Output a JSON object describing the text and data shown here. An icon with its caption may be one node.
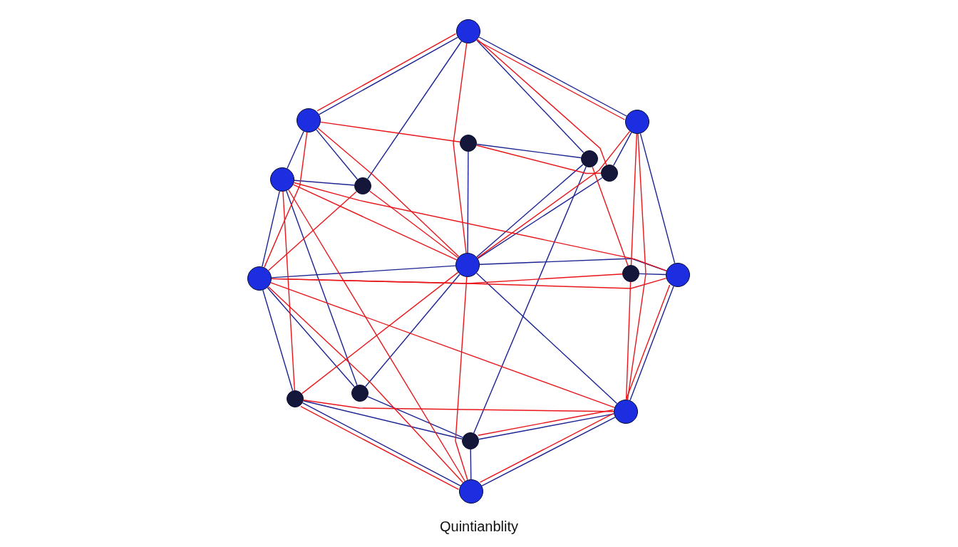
{
  "diagram": {
    "caption": "Quintianblity",
    "nodes": [
      {
        "text": [],
        "shape": "circle"
      },
      {
        "text": [],
        "shape": "circle"
      },
      {
        "text": [],
        "shape": "circle"
      },
      {
        "text": [],
        "shape": "circle"
      },
      {
        "text": [],
        "shape": "circle"
      },
      {
        "text": [],
        "shape": "circle"
      },
      {
        "text": [],
        "shape": "circle"
      },
      {
        "text": [],
        "shape": "circle"
      },
      {
        "text": [],
        "shape": "circle"
      },
      {
        "text": [],
        "shape": "circle"
      },
      {
        "text": [],
        "shape": "circle"
      },
      {
        "text": [],
        "shape": "circle"
      },
      {
        "text": [],
        "shape": "circle"
      },
      {
        "text": [],
        "shape": "circle"
      },
      {
        "text": [],
        "shape": "circle"
      },
      {
        "text": [],
        "shape": "circle"
      },
      {
        "text": [],
        "shape": "circle"
      }
    ],
    "edges": [
      {
        "from": 0,
        "to": 1,
        "arrow": "none",
        "color": "#1b2391"
      },
      {
        "from": 0,
        "to": 2,
        "arrow": "none",
        "color": "#1b2391"
      },
      {
        "from": 0,
        "to": 7,
        "arrow": "none",
        "color": "#1b2391"
      },
      {
        "from": 0,
        "to": 4,
        "arrow": "none",
        "color": "#1b2391"
      },
      {
        "from": 1,
        "to": 6,
        "arrow": "none",
        "color": "#1b2391"
      },
      {
        "from": 1,
        "to": 7,
        "arrow": "none",
        "color": "#1b2391"
      },
      {
        "from": 6,
        "to": 8,
        "arrow": "none",
        "color": "#1b2391"
      },
      {
        "from": 6,
        "to": 7,
        "arrow": "none",
        "color": "#1b2391"
      },
      {
        "from": 3,
        "to": 9,
        "arrow": "none",
        "color": "#1b2391"
      },
      {
        "from": 3,
        "to": 4,
        "arrow": "none",
        "color": "#1b2391"
      },
      {
        "from": 4,
        "to": 9,
        "arrow": "none",
        "color": "#1b2391"
      },
      {
        "from": 5,
        "to": 9,
        "arrow": "none",
        "color": "#1b2391"
      },
      {
        "from": 4,
        "to": 15,
        "arrow": "none",
        "color": "#1b2391"
      },
      {
        "from": 8,
        "to": 9,
        "arrow": "none",
        "color": "#1b2391"
      },
      {
        "from": 9,
        "to": 11,
        "arrow": "none",
        "color": "#1b2391"
      },
      {
        "from": 8,
        "to": 12,
        "arrow": "none",
        "color": "#1b2391"
      },
      {
        "from": 8,
        "to": 13,
        "arrow": "none",
        "color": "#1b2391"
      },
      {
        "from": 6,
        "to": 13,
        "arrow": "none",
        "color": "#1b2391"
      },
      {
        "from": 9,
        "to": 13,
        "arrow": "none",
        "color": "#1b2391"
      },
      {
        "from": 9,
        "to": 14,
        "arrow": "none",
        "color": "#1b2391"
      },
      {
        "from": 2,
        "to": 11,
        "arrow": "none",
        "color": "#1b2391"
      },
      {
        "from": 2,
        "to": 5,
        "arrow": "none",
        "color": "#1b2391"
      },
      {
        "from": 11,
        "to": 14,
        "arrow": "none",
        "color": "#1b2391"
      },
      {
        "from": 12,
        "to": 16,
        "arrow": "none",
        "color": "#1b2391"
      },
      {
        "from": 14,
        "to": 16,
        "arrow": "none",
        "color": "#1b2391"
      },
      {
        "from": 12,
        "to": 15,
        "arrow": "none",
        "color": "#1b2391"
      },
      {
        "from": 15,
        "to": 16,
        "arrow": "none",
        "color": "#1b2391"
      },
      {
        "from": 10,
        "to": 11,
        "arrow": "none",
        "color": "#1b2391"
      },
      {
        "from": 13,
        "to": 15,
        "arrow": "none",
        "color": "#1b2391"
      },
      {
        "from": 14,
        "to": 15,
        "arrow": "none",
        "color": "#1b2391"
      },
      {
        "from": 0,
        "to": 9,
        "arrow": "none",
        "color": "#e8161b"
      },
      {
        "from": 9,
        "to": 16,
        "arrow": "none",
        "color": "#e8161b"
      },
      {
        "from": 1,
        "to": 3,
        "arrow": "none",
        "color": "#e8161b"
      },
      {
        "from": 1,
        "to": 9,
        "arrow": "none",
        "color": "#e8161b"
      },
      {
        "from": 6,
        "to": 9,
        "arrow": "none",
        "color": "#e8161b"
      },
      {
        "from": 7,
        "to": 9,
        "arrow": "none",
        "color": "#e8161b"
      },
      {
        "from": 8,
        "to": 11,
        "arrow": "none",
        "color": "#e8161b"
      },
      {
        "from": 8,
        "to": 10,
        "arrow": "none",
        "color": "#e8161b"
      },
      {
        "from": 8,
        "to": 16,
        "arrow": "none",
        "color": "#e8161b"
      },
      {
        "from": 8,
        "to": 14,
        "arrow": "none",
        "color": "#e8161b"
      },
      {
        "from": 2,
        "to": 9,
        "arrow": "none",
        "color": "#e8161b"
      },
      {
        "from": 2,
        "to": 10,
        "arrow": "none",
        "color": "#e8161b"
      },
      {
        "from": 2,
        "to": 14,
        "arrow": "none",
        "color": "#e8161b"
      },
      {
        "from": 3,
        "to": 5,
        "arrow": "none",
        "color": "#e8161b"
      },
      {
        "from": 0,
        "to": 5,
        "arrow": "none",
        "color": "#e8161b"
      },
      {
        "from": 0,
        "to": 2,
        "arrow": "none",
        "color": "#e8161b"
      },
      {
        "from": 0,
        "to": 1,
        "arrow": "none",
        "color": "#e8161b"
      },
      {
        "from": 11,
        "to": 14,
        "arrow": "none",
        "color": "#e8161b"
      },
      {
        "from": 12,
        "to": 16,
        "arrow": "none",
        "color": "#e8161b"
      },
      {
        "from": 12,
        "to": 14,
        "arrow": "none",
        "color": "#e8161b"
      },
      {
        "from": 9,
        "to": 12,
        "arrow": "none",
        "color": "#e8161b"
      },
      {
        "from": 6,
        "to": 16,
        "arrow": "none",
        "color": "#e8161b"
      },
      {
        "from": 1,
        "to": 8,
        "arrow": "none",
        "color": "#e8161b"
      },
      {
        "from": 6,
        "to": 12,
        "arrow": "none",
        "color": "#e8161b"
      },
      {
        "from": 14,
        "to": 15,
        "arrow": "none",
        "color": "#e8161b"
      },
      {
        "from": 14,
        "to": 16,
        "arrow": "none",
        "color": "#e8161b"
      },
      {
        "from": 10,
        "to": 14,
        "arrow": "none",
        "color": "#e8161b"
      },
      {
        "from": 4,
        "to": 10,
        "arrow": "none",
        "color": "#e8161b"
      },
      {
        "from": 7,
        "to": 8,
        "arrow": "none",
        "color": "#e8161b"
      },
      {
        "from": 6,
        "to": 11,
        "arrow": "none",
        "color": "#e8161b"
      }
    ]
  }
}
